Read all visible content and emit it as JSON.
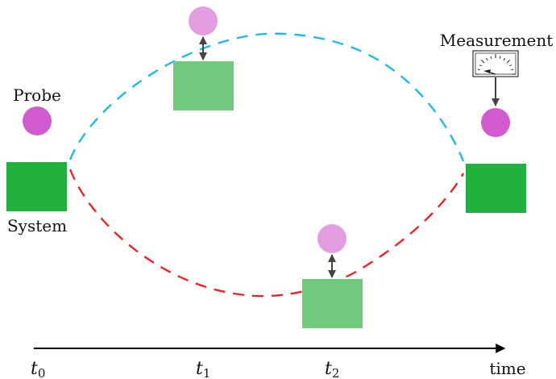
{
  "labels": {
    "probe": "Probe",
    "system": "System",
    "measurement": "Measurement",
    "time": "time"
  },
  "time_ticks": [
    {
      "base": "t",
      "sub": "0"
    },
    {
      "base": "t",
      "sub": "1"
    },
    {
      "base": "t",
      "sub": "2"
    }
  ],
  "colors": {
    "system": "#22b03f",
    "system_light": "#6fca7c",
    "probe": "#d15bce",
    "probe_light": "#e29ee0",
    "upper_path": "#1ebaee",
    "lower_path": "#ee2424",
    "arrow": "#444444",
    "axis": "#000000"
  },
  "icons": {
    "gauge": "analog-meter-icon"
  }
}
